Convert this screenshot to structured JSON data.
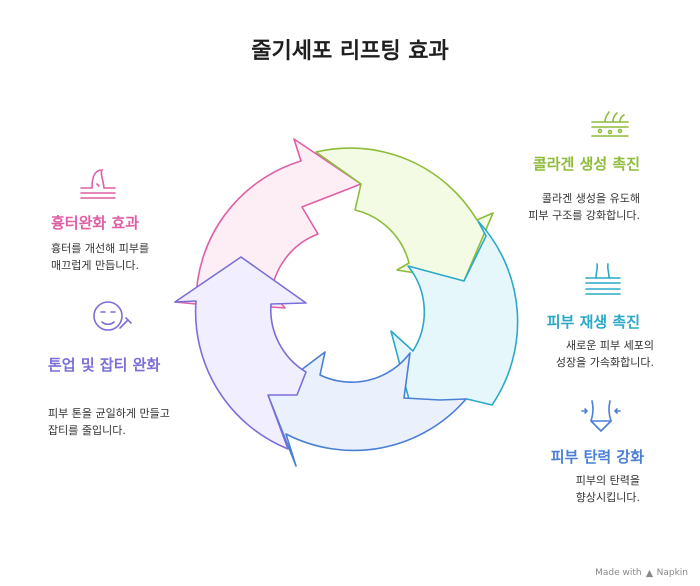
{
  "title": "줄기세포 리프팅 효과",
  "colors": {
    "collagen": "#8fbc3a",
    "regen": "#2ba9c7",
    "elastic": "#4a7fd6",
    "tone": "#7a6fd8",
    "scar": "#de5fa5"
  },
  "items": {
    "collagen": {
      "label": "콜라겐 생성 촉진",
      "desc1": "콜라겐 생성을 유도해",
      "desc2": "피부 구조를 강화합니다.",
      "icon": "skin-layer-icon"
    },
    "regen": {
      "label": "피부 재생 촉진",
      "desc1": "새로운 피부 세포의",
      "desc2": "성장을 가속화합니다.",
      "icon": "hair-follicle-icon"
    },
    "elastic": {
      "label": "피부 탄력 강화",
      "desc1": "피부의 탄력을",
      "desc2": "향상시킵니다.",
      "icon": "body-waist-icon"
    },
    "scar": {
      "label": "흉터완화 효과",
      "desc1": "흉터를 개선해 피부를",
      "desc2": "매끄럽게 만듭니다.",
      "icon": "skin-bump-icon"
    },
    "tone": {
      "label": "톤업 및 잡티 완화",
      "desc1": "피부 톤을 균일하게 만들고",
      "desc2": "잡티를 줄입니다.",
      "icon": "face-care-icon"
    }
  },
  "footer": {
    "text": "Made with",
    "brand": "Napkin"
  }
}
